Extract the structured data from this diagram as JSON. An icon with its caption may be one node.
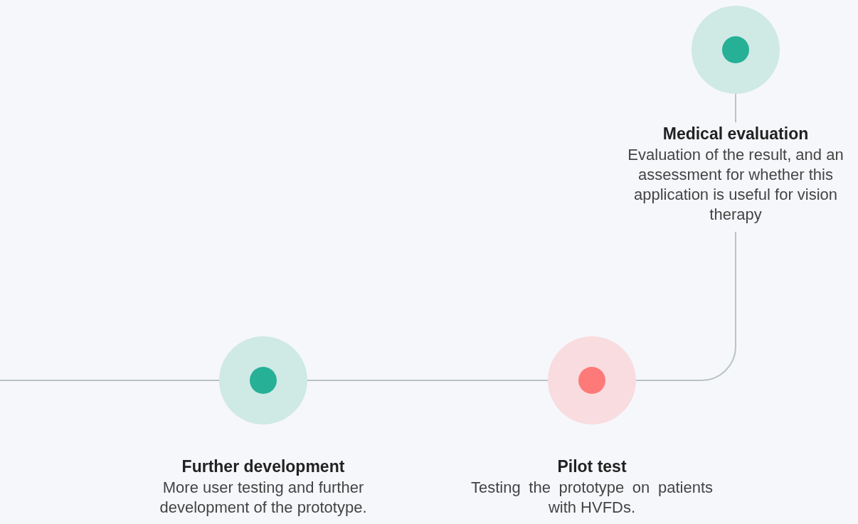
{
  "diagram": {
    "nodes": [
      {
        "text": [],
        "shape": "circle"
      },
      {
        "text": [
          "Further development",
          "More user testing and further development of the prototype."
        ]
      },
      {
        "text": [],
        "shape": "circle"
      },
      {
        "text": [
          "Pilot test",
          "Testing the prototype on patients with HVFDs."
        ]
      },
      {
        "text": [],
        "shape": "circle"
      },
      {
        "text": [
          "Medical evaluation",
          "Evaluation of the result, and an assessment for whether this application is useful for vision therapy"
        ]
      }
    ],
    "edges": [
      {
        "from": null,
        "to": 0,
        "arrow": "none"
      },
      {
        "from": 0,
        "to": 2,
        "arrow": "none"
      },
      {
        "from": 2,
        "to": 5,
        "arrow": "none"
      },
      {
        "from": 5,
        "to": 4,
        "arrow": "none"
      }
    ]
  }
}
